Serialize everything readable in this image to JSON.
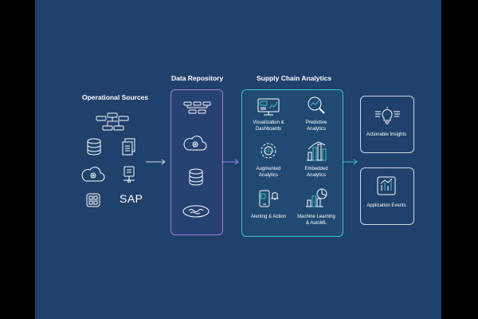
{
  "sources": {
    "title": "Operational Sources",
    "sap_label": "SAP",
    "icons": [
      "database-network-icon",
      "database-icon",
      "documents-icon",
      "cloud-icon",
      "server-icon",
      "grid-app-icon"
    ]
  },
  "repository": {
    "title": "Data Repository",
    "icons": [
      "database-network-icon",
      "cloud-icon",
      "database-icon",
      "data-lake-icon"
    ]
  },
  "analytics": {
    "title": "Supply Chain Analytics",
    "items": [
      {
        "label": "Visualization & Dashboards",
        "icon": "dashboard-icon"
      },
      {
        "label": "Predictive Analytics",
        "icon": "magnifier-chart-icon"
      },
      {
        "label": "Augmented Analytics",
        "icon": "gear-chart-icon"
      },
      {
        "label": "Embedded Analytics",
        "icon": "bar-chart-icon"
      },
      {
        "label": "Alerting & Action",
        "icon": "alert-phone-icon"
      },
      {
        "label": "Machine Learning & AutoML",
        "icon": "ml-chart-icon"
      }
    ]
  },
  "outputs": [
    {
      "label": "Actionable Insights",
      "icon": "lightbulb-icon"
    },
    {
      "label": "Application Events",
      "icon": "chart-window-icon"
    }
  ],
  "colors": {
    "background": "#1f416c",
    "repository_border": "#a082d8",
    "analytics_border": "#3fc0c4",
    "output_border": "#cfd8e4",
    "arrow": "#c9d6e6"
  }
}
